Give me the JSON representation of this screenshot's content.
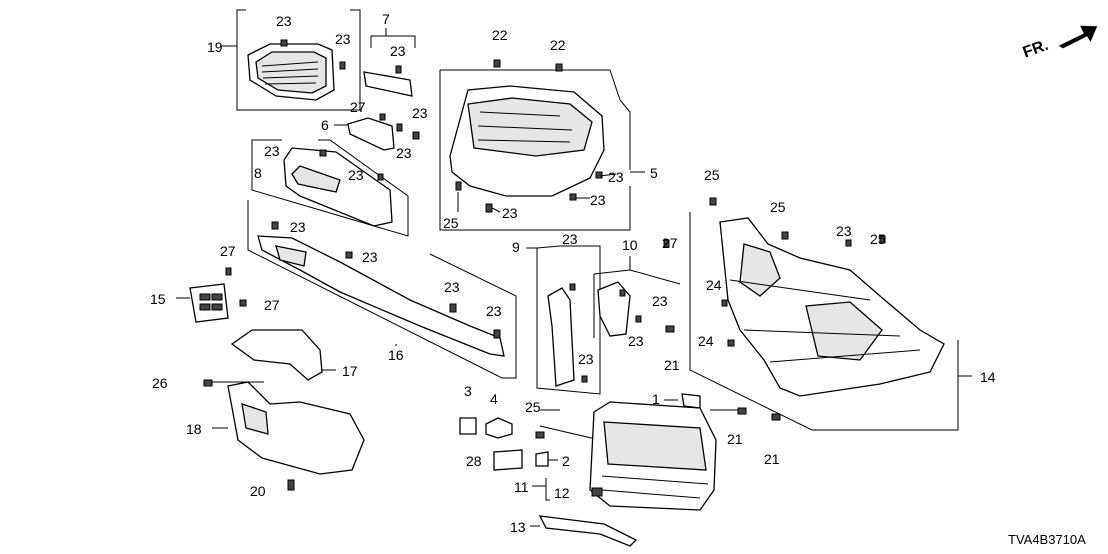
{
  "orientation": {
    "arrow_label": "FR."
  },
  "diagram_code": "TVA4B3710A",
  "callouts": {
    "p1": "1",
    "p2": "2",
    "p3": "3",
    "p4": "4",
    "p5": "5",
    "p6": "6",
    "p7": "7",
    "p8": "8",
    "p9": "9",
    "p10": "10",
    "p11": "11",
    "p12": "12",
    "p13": "13",
    "p14": "14",
    "p15": "15",
    "p16": "16",
    "p17": "17",
    "p18": "18",
    "p19": "19",
    "p20": "20",
    "p21": "21",
    "p22": "22",
    "p23": "23",
    "p24": "24",
    "p25": "25",
    "p26": "26",
    "p27": "27",
    "p28": "28"
  }
}
